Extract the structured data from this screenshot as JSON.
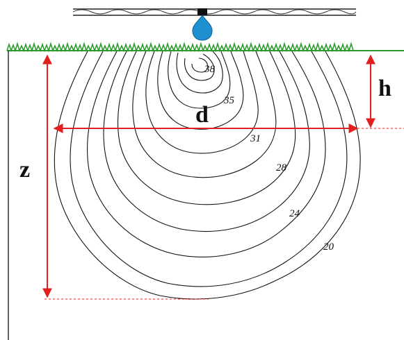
{
  "dimension_labels": {
    "depth": "z",
    "height": "h",
    "diameter": "d"
  },
  "contour_values": [
    "38",
    "35",
    "31",
    "28",
    "24",
    "20"
  ],
  "colors": {
    "dimension_arrows": "#e11f1f",
    "grass": "#2e9b2e",
    "emitter": "#1e90d0",
    "contours": "#111111"
  },
  "icons": {
    "emitter": "water-drop-icon",
    "pipe": "drip-line-pipe"
  }
}
